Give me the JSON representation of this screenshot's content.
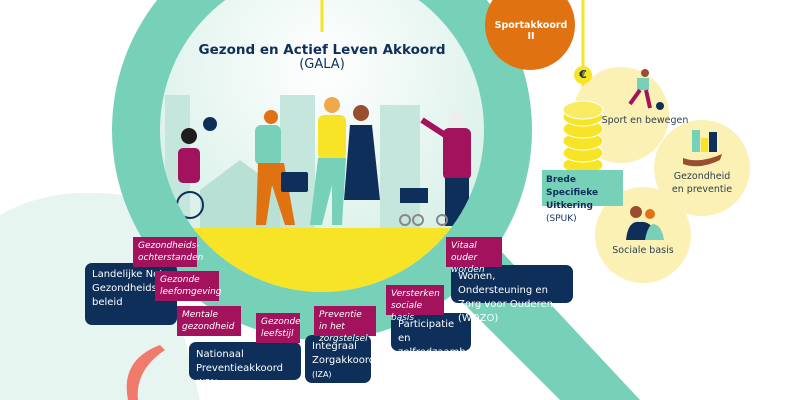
{
  "title": "Gezond en Actief Leven Akkoord",
  "subtitle": "(GALA)",
  "sportakkoord": "Sportakkoord II",
  "euro_symbol": "€",
  "spuk": {
    "bold": "Brede Specifieke Uitkering",
    "abbr": "(SPUK)"
  },
  "pillars": [
    {
      "label": "Sport en bewegen"
    },
    {
      "label": "Gezondheid en preventie"
    },
    {
      "label": "Sociale basis"
    }
  ],
  "themes": [
    {
      "label": "Gezondheids-ochterstanden"
    },
    {
      "label": "Gezonde leefomgeving"
    },
    {
      "label": "Mentale gezondheid"
    },
    {
      "label": "Gezonde leefstijl"
    },
    {
      "label": "Preventie in het zorgstelsel"
    },
    {
      "label": "Versterken sociale basis"
    },
    {
      "label": "Vitaal ouder worden"
    }
  ],
  "policies": [
    {
      "label": "Landelijke Nota Gezondheids-beleid"
    },
    {
      "label": "Nationaal Preventieakkoord",
      "abbr": "(NPA)"
    },
    {
      "label": "Integraal Zorgakkoord",
      "abbr": "(IZA)"
    },
    {
      "label": "Participatie en zelfredzaamheid"
    },
    {
      "label": "Wonen, Ondersteuning en Zorg voor Ouderen (WOZO)"
    }
  ],
  "colors": {
    "teal": "#76d1b8",
    "yellow": "#f7e426",
    "navy": "#0e2f5a",
    "magenta": "#a3125d",
    "orange": "#e07211",
    "pale_yellow": "#fbf1b4"
  }
}
